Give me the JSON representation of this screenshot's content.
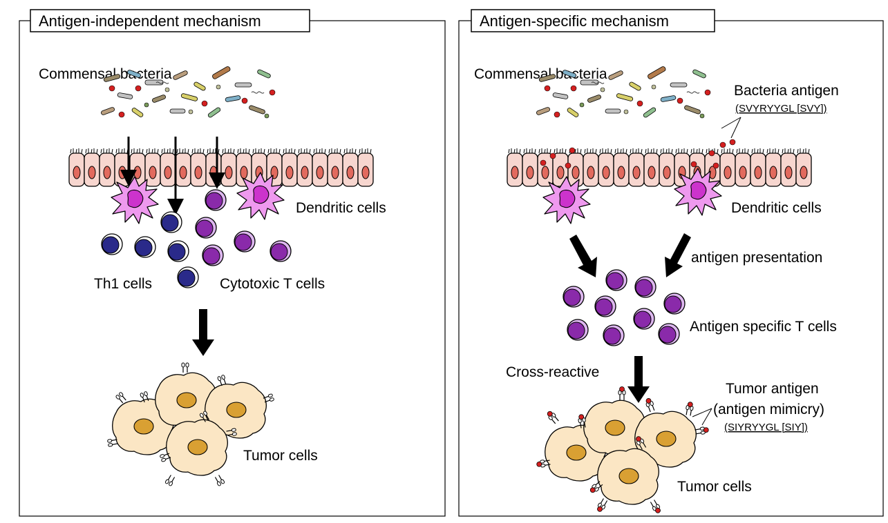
{
  "left_panel": {
    "title": "Antigen-independent mechanism",
    "bacteria_label": "Commensal bacteria",
    "dendritic_label": "Dendritic cells",
    "th1_label": "Th1 cells",
    "cytotoxic_label": "Cytotoxic T cells",
    "tumor_label": "Tumor cells"
  },
  "right_panel": {
    "title": "Antigen-specific mechanism",
    "bacteria_label": "Commensal bacteria",
    "bacteria_antigen_label": "Bacteria antigen",
    "bacteria_antigen_seq": "(SVYRYYGL [SVY])",
    "dendritic_label": "Dendritic cells",
    "presentation_label": "antigen presentation",
    "specific_t_label": "Antigen specific T cells",
    "cross_reactive_label": "Cross-reactive",
    "tumor_antigen_label": "Tumor antigen",
    "mimicry_label": "(antigen mimicry)",
    "tumor_antigen_seq": "(SIYRYYGL [SIY])",
    "tumor_label": "Tumor cells"
  },
  "colors": {
    "epithelium": "#f7d6cf",
    "nucleus_epi": "#e26a5e",
    "dendritic": "#ee99ee",
    "dendritic_nucleus": "#cc33cc",
    "th1": "#2a2a8a",
    "cytotoxic": "#8a2aaa",
    "tcell_rim": "#ddb7ef",
    "tumor": "#fbe6c4",
    "tumor_nucleus": "#d9a033",
    "antigen": "#d42020"
  }
}
